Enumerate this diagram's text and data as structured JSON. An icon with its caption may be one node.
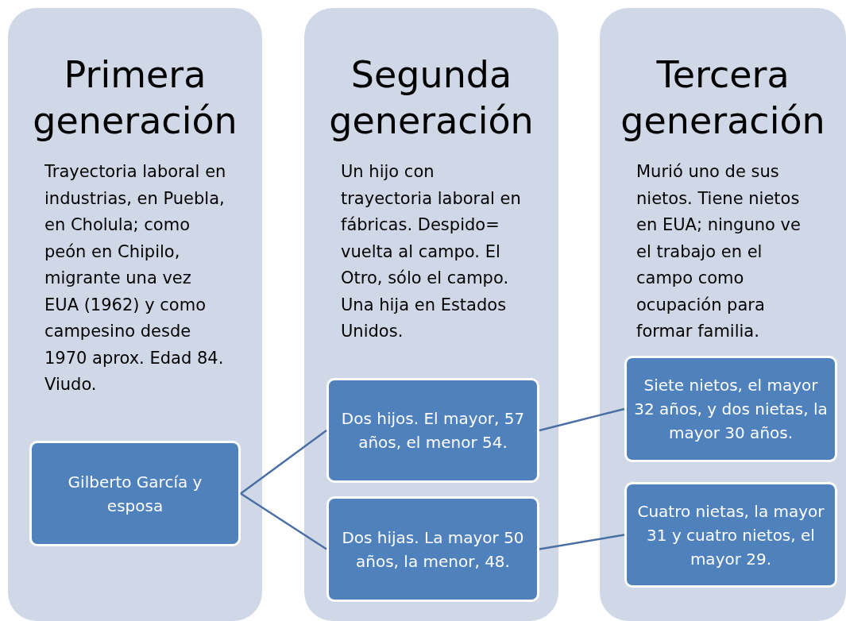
{
  "diagram": {
    "nodes": [
      {
        "text": [
          "Primera generación",
          "Trayectoria laboral en industrias, en Puebla, en Cholula; como peón en Chipilo, migrante una vez EUA (1962) y como campesino desde 1970 aprox. Edad 84. Viudo."
        ]
      },
      {
        "text": [
          "Gilberto García y esposa"
        ],
        "in": 0
      },
      {
        "text": [
          "Segunda generación",
          "Un hijo con trayectoria laboral en fábricas. Despido= vuelta al campo. El Otro, sólo el campo. Una hija en Estados Unidos."
        ]
      },
      {
        "text": [
          "Dos hijos. El mayor, 57 años, el menor 54."
        ],
        "in": 2
      },
      {
        "text": [
          "Dos hijas. La mayor 50 años, la menor, 48."
        ],
        "in": 2
      },
      {
        "text": [
          "Tercera generación",
          "Murió uno de sus nietos. Tiene nietos en EUA; ninguno ve el trabajo en el campo como ocupación para formar familia."
        ]
      },
      {
        "text": [
          "Siete nietos, el mayor 32 años, y dos nietas, la mayor 30 años."
        ],
        "in": 5
      },
      {
        "text": [
          "Cuatro nietas, la mayor 31 y cuatro nietos, el mayor 29."
        ],
        "in": 5
      }
    ],
    "edges": [
      {
        "from": 1,
        "to": 3,
        "arrow": "none"
      },
      {
        "from": 1,
        "to": 4,
        "arrow": "none"
      },
      {
        "from": 3,
        "to": 6,
        "arrow": "none"
      },
      {
        "from": 4,
        "to": 7,
        "arrow": "none"
      }
    ]
  }
}
